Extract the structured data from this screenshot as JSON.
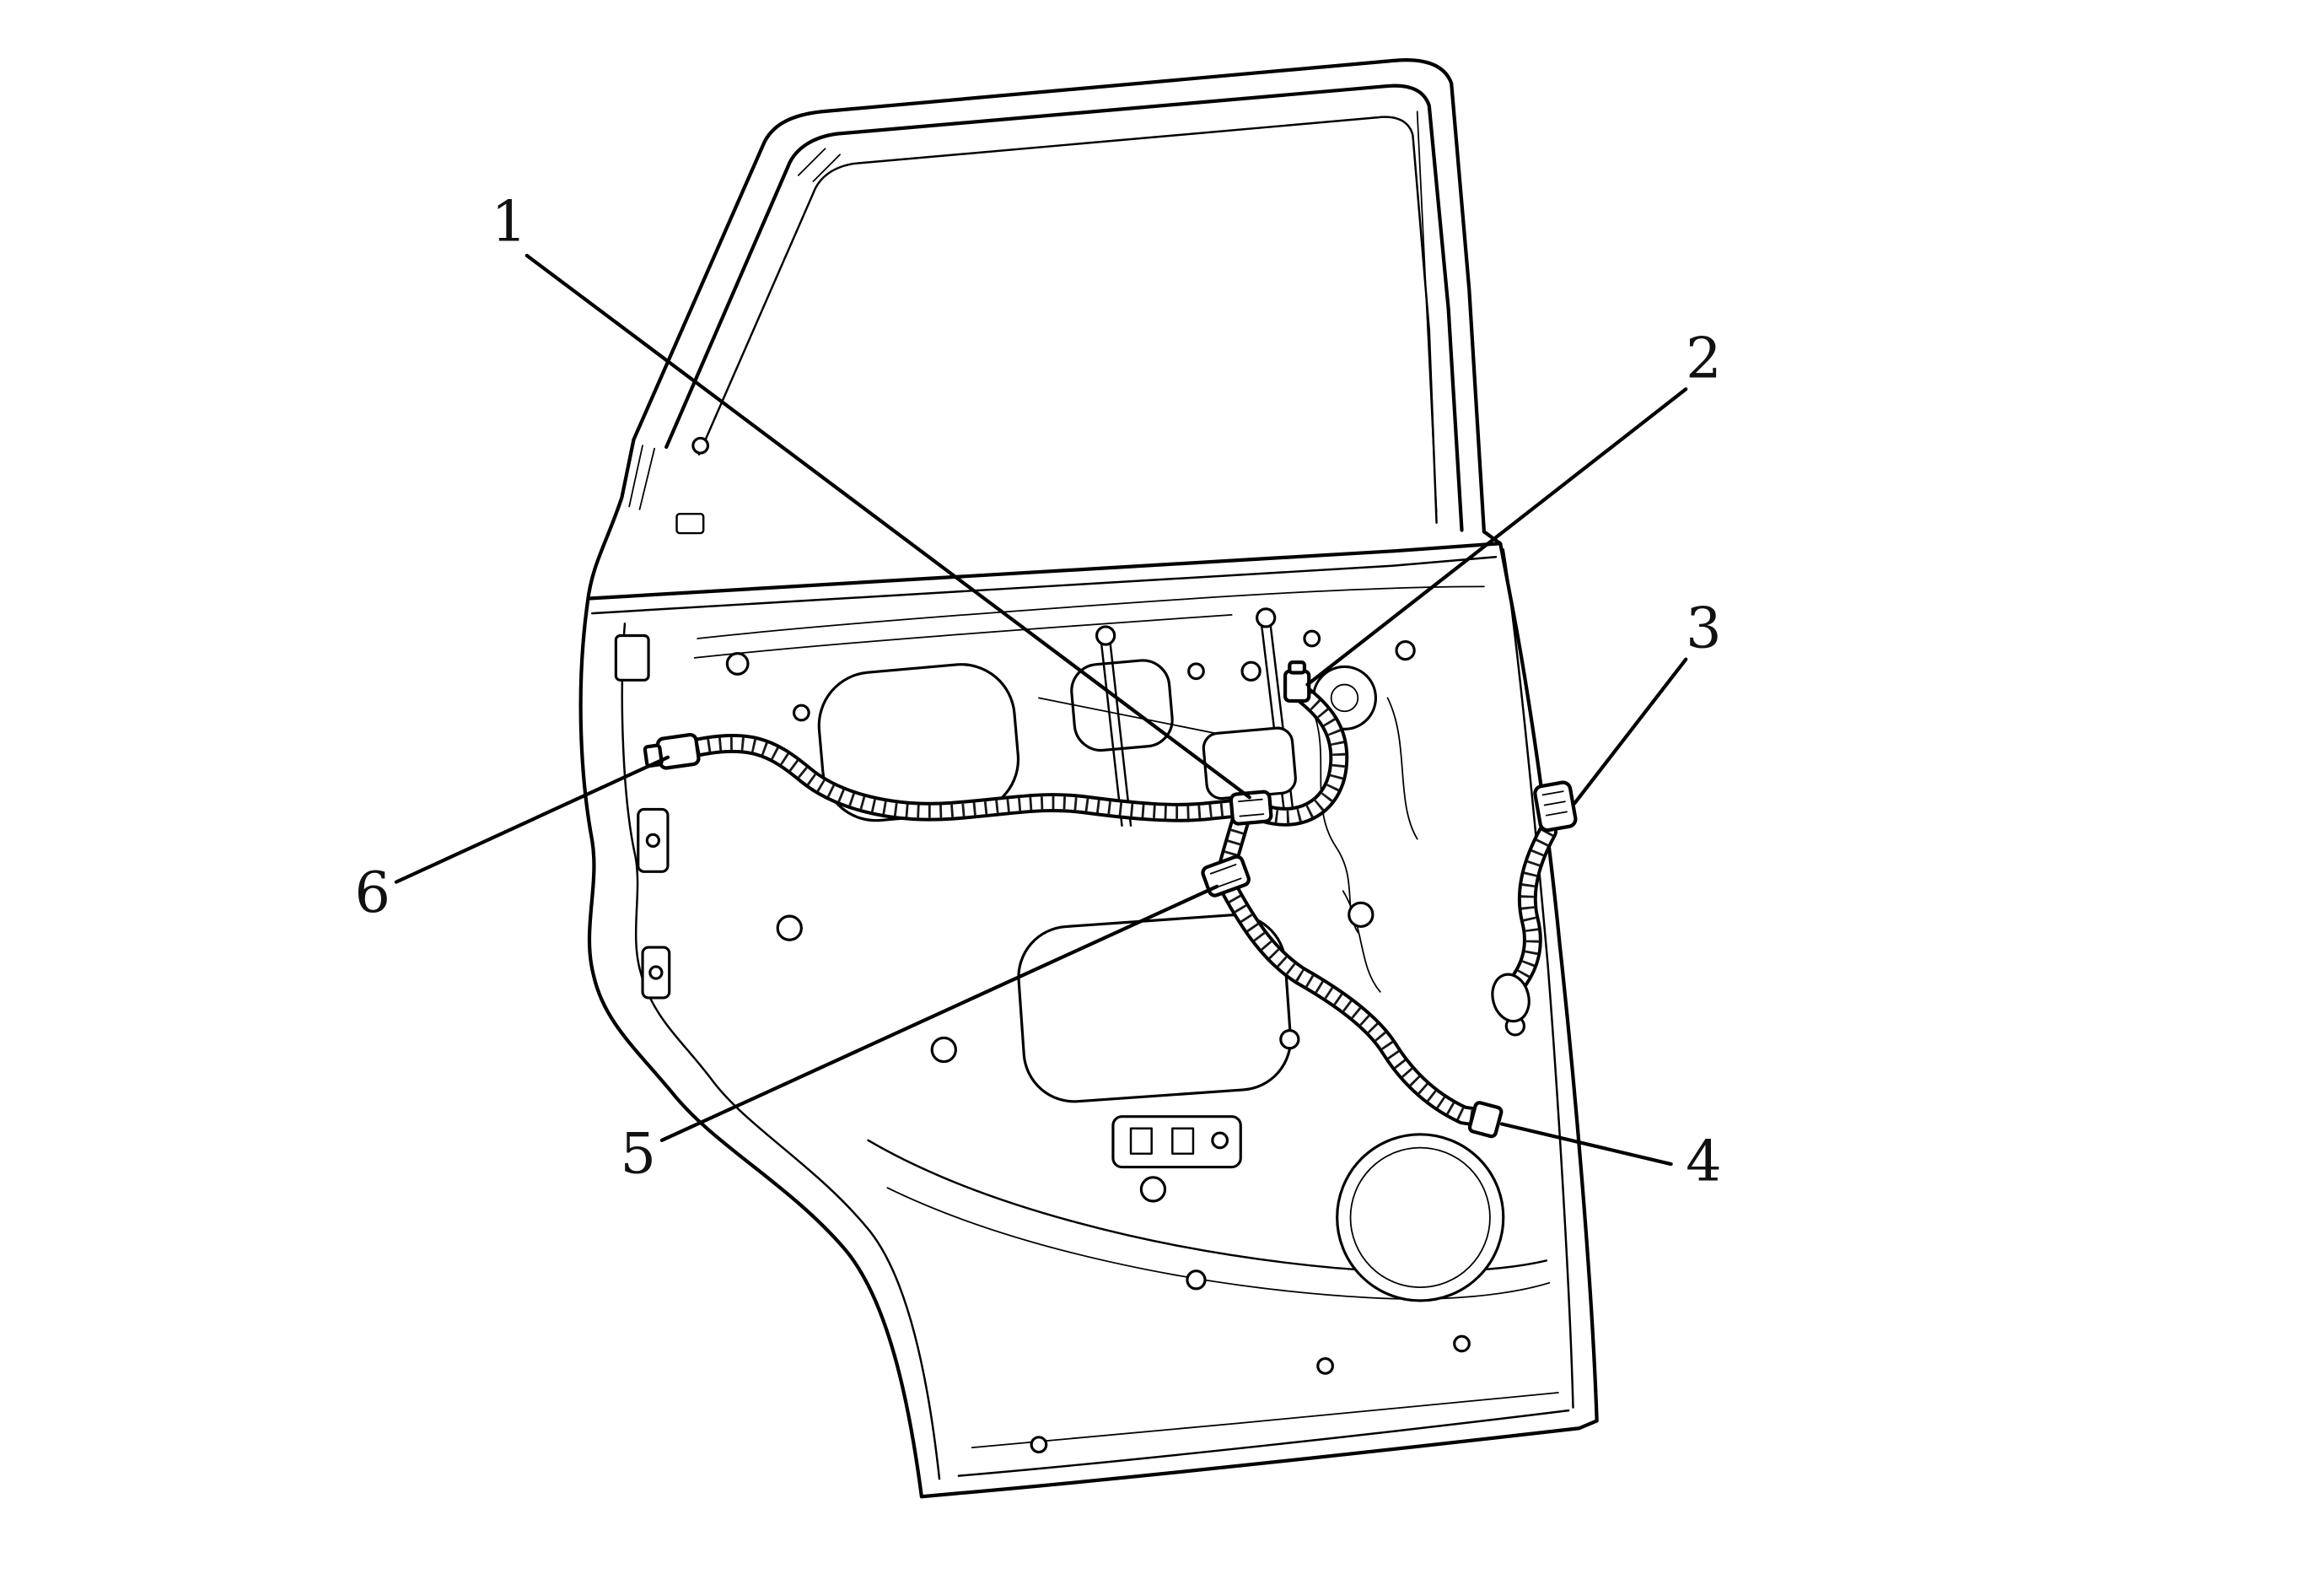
{
  "figure": {
    "background_color": "#ffffff",
    "line_color": "#000000",
    "callouts": [
      {
        "label": "1"
      },
      {
        "label": "2"
      },
      {
        "label": "3"
      },
      {
        "label": "4"
      },
      {
        "label": "5"
      },
      {
        "label": "6"
      }
    ]
  }
}
